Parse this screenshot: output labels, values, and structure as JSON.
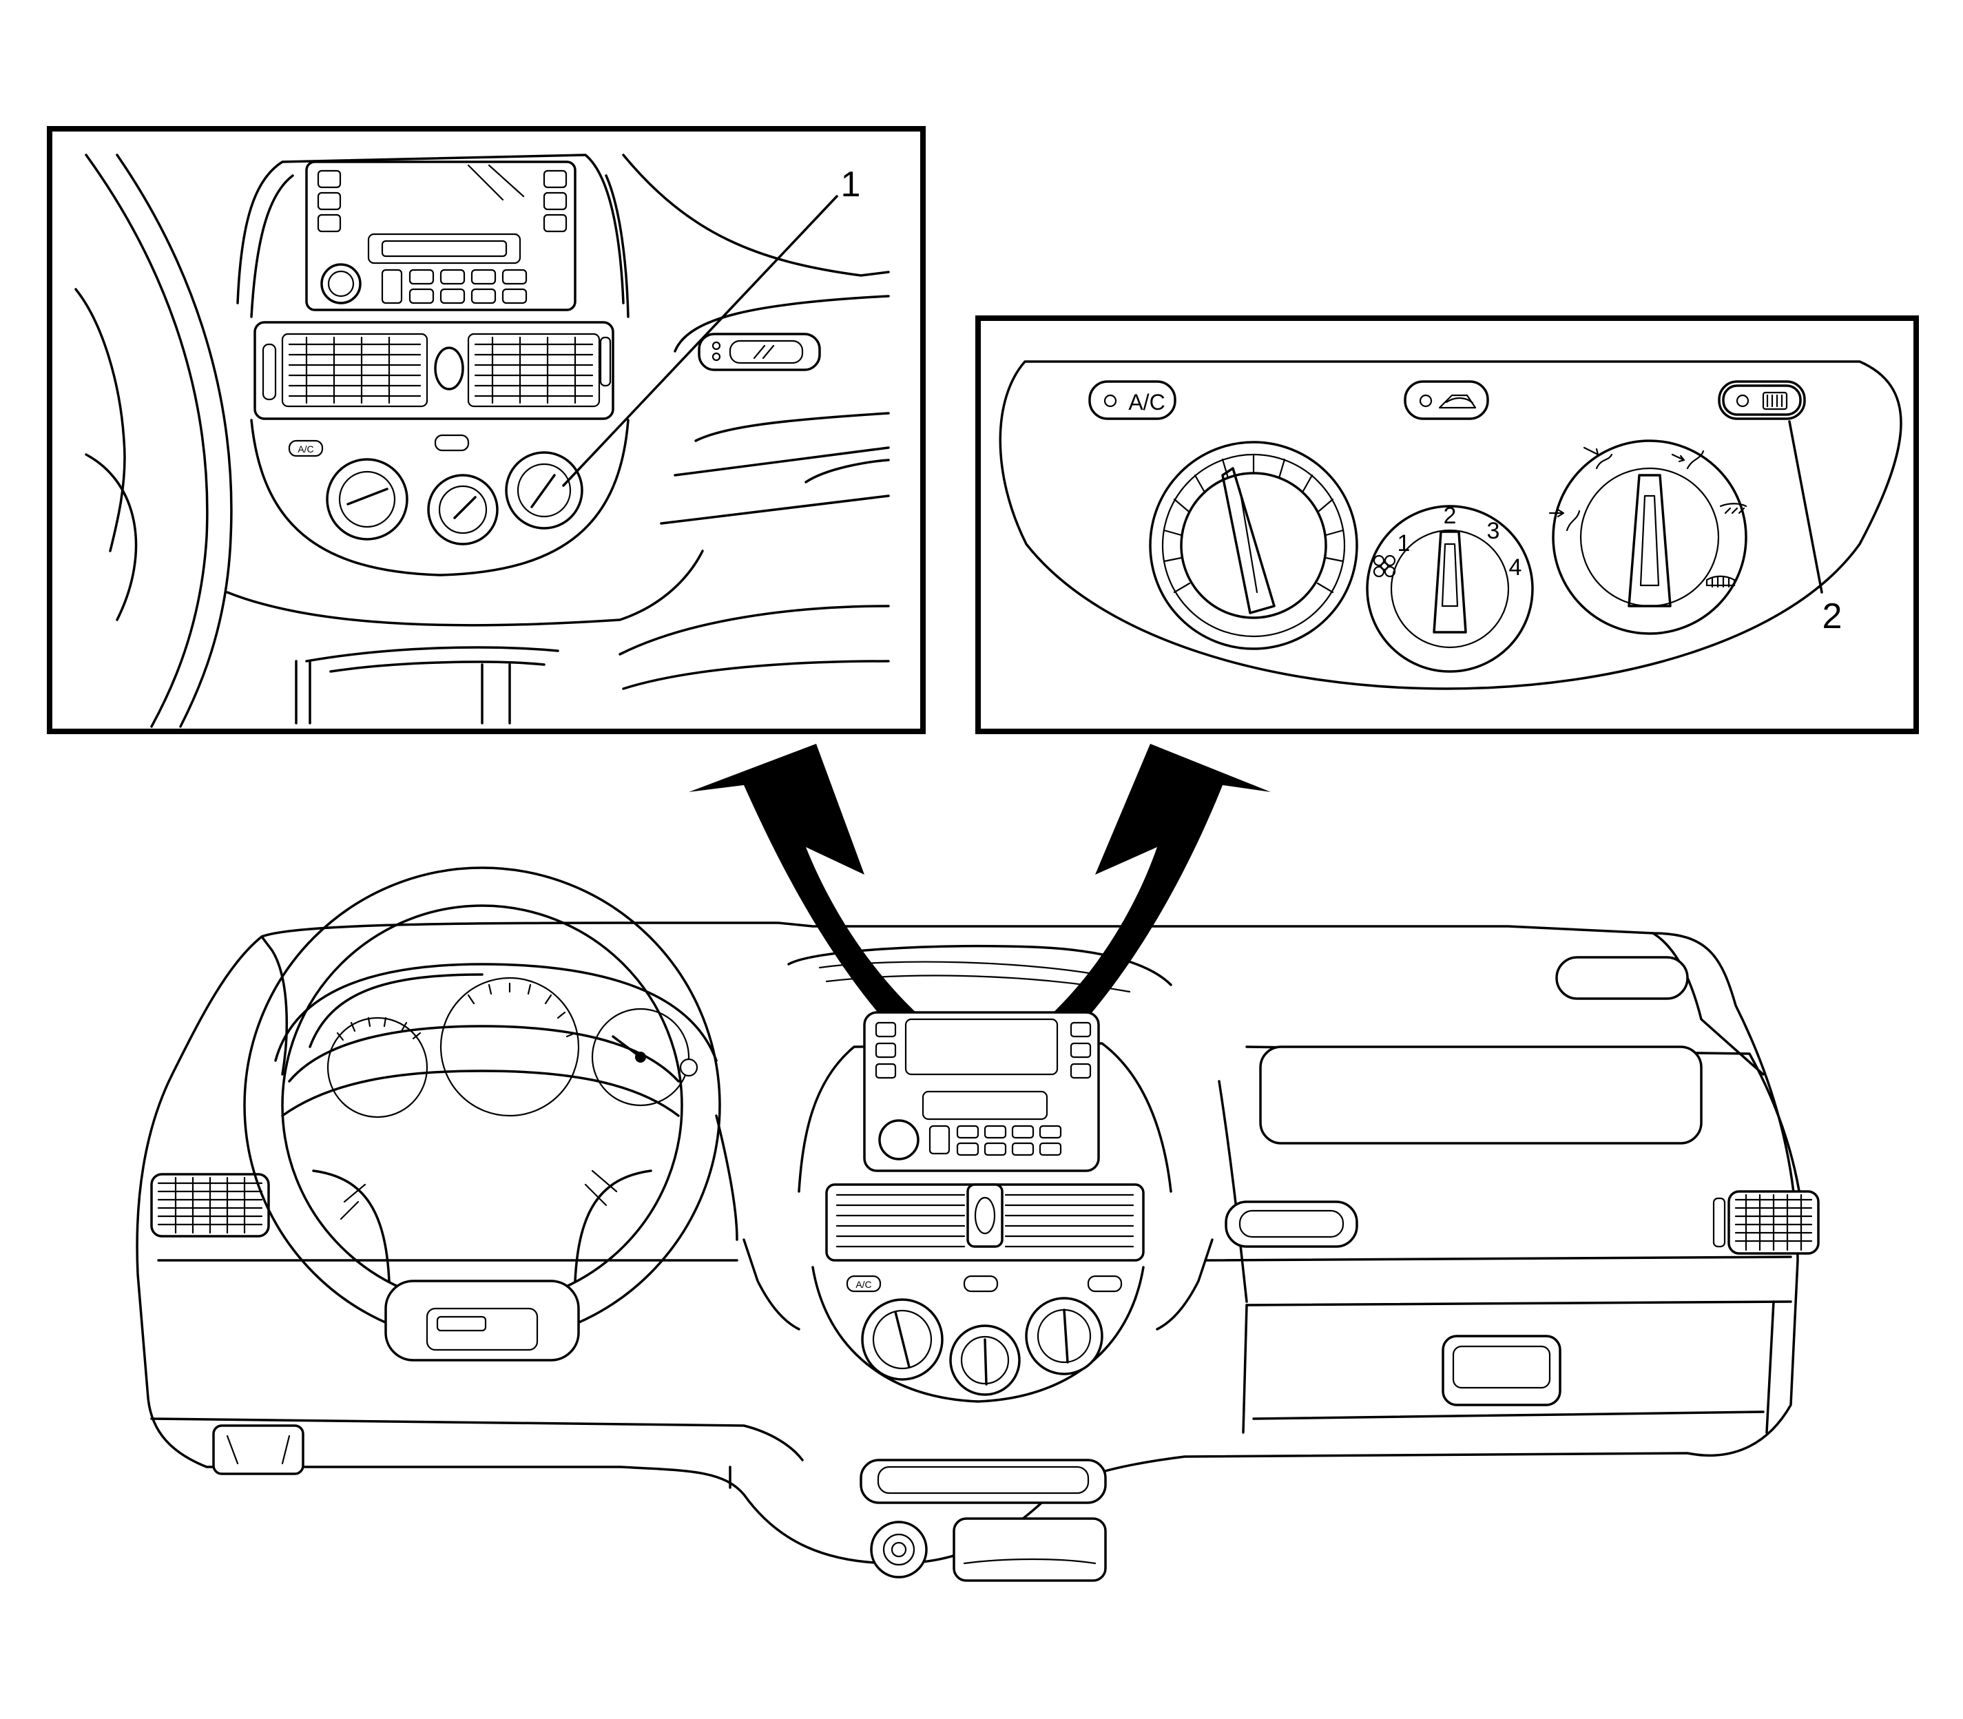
{
  "callouts": {
    "one": "1",
    "two": "2"
  },
  "control_panel": {
    "ac_button_label": "A/C",
    "blower_speeds": [
      "1",
      "2",
      "3",
      "4"
    ]
  },
  "icons": [
    "fan-icon",
    "recirculation-icon",
    "rear-defrost-icon",
    "vent-mode-icon",
    "floor-mode-icon",
    "defrost-mode-icon"
  ]
}
